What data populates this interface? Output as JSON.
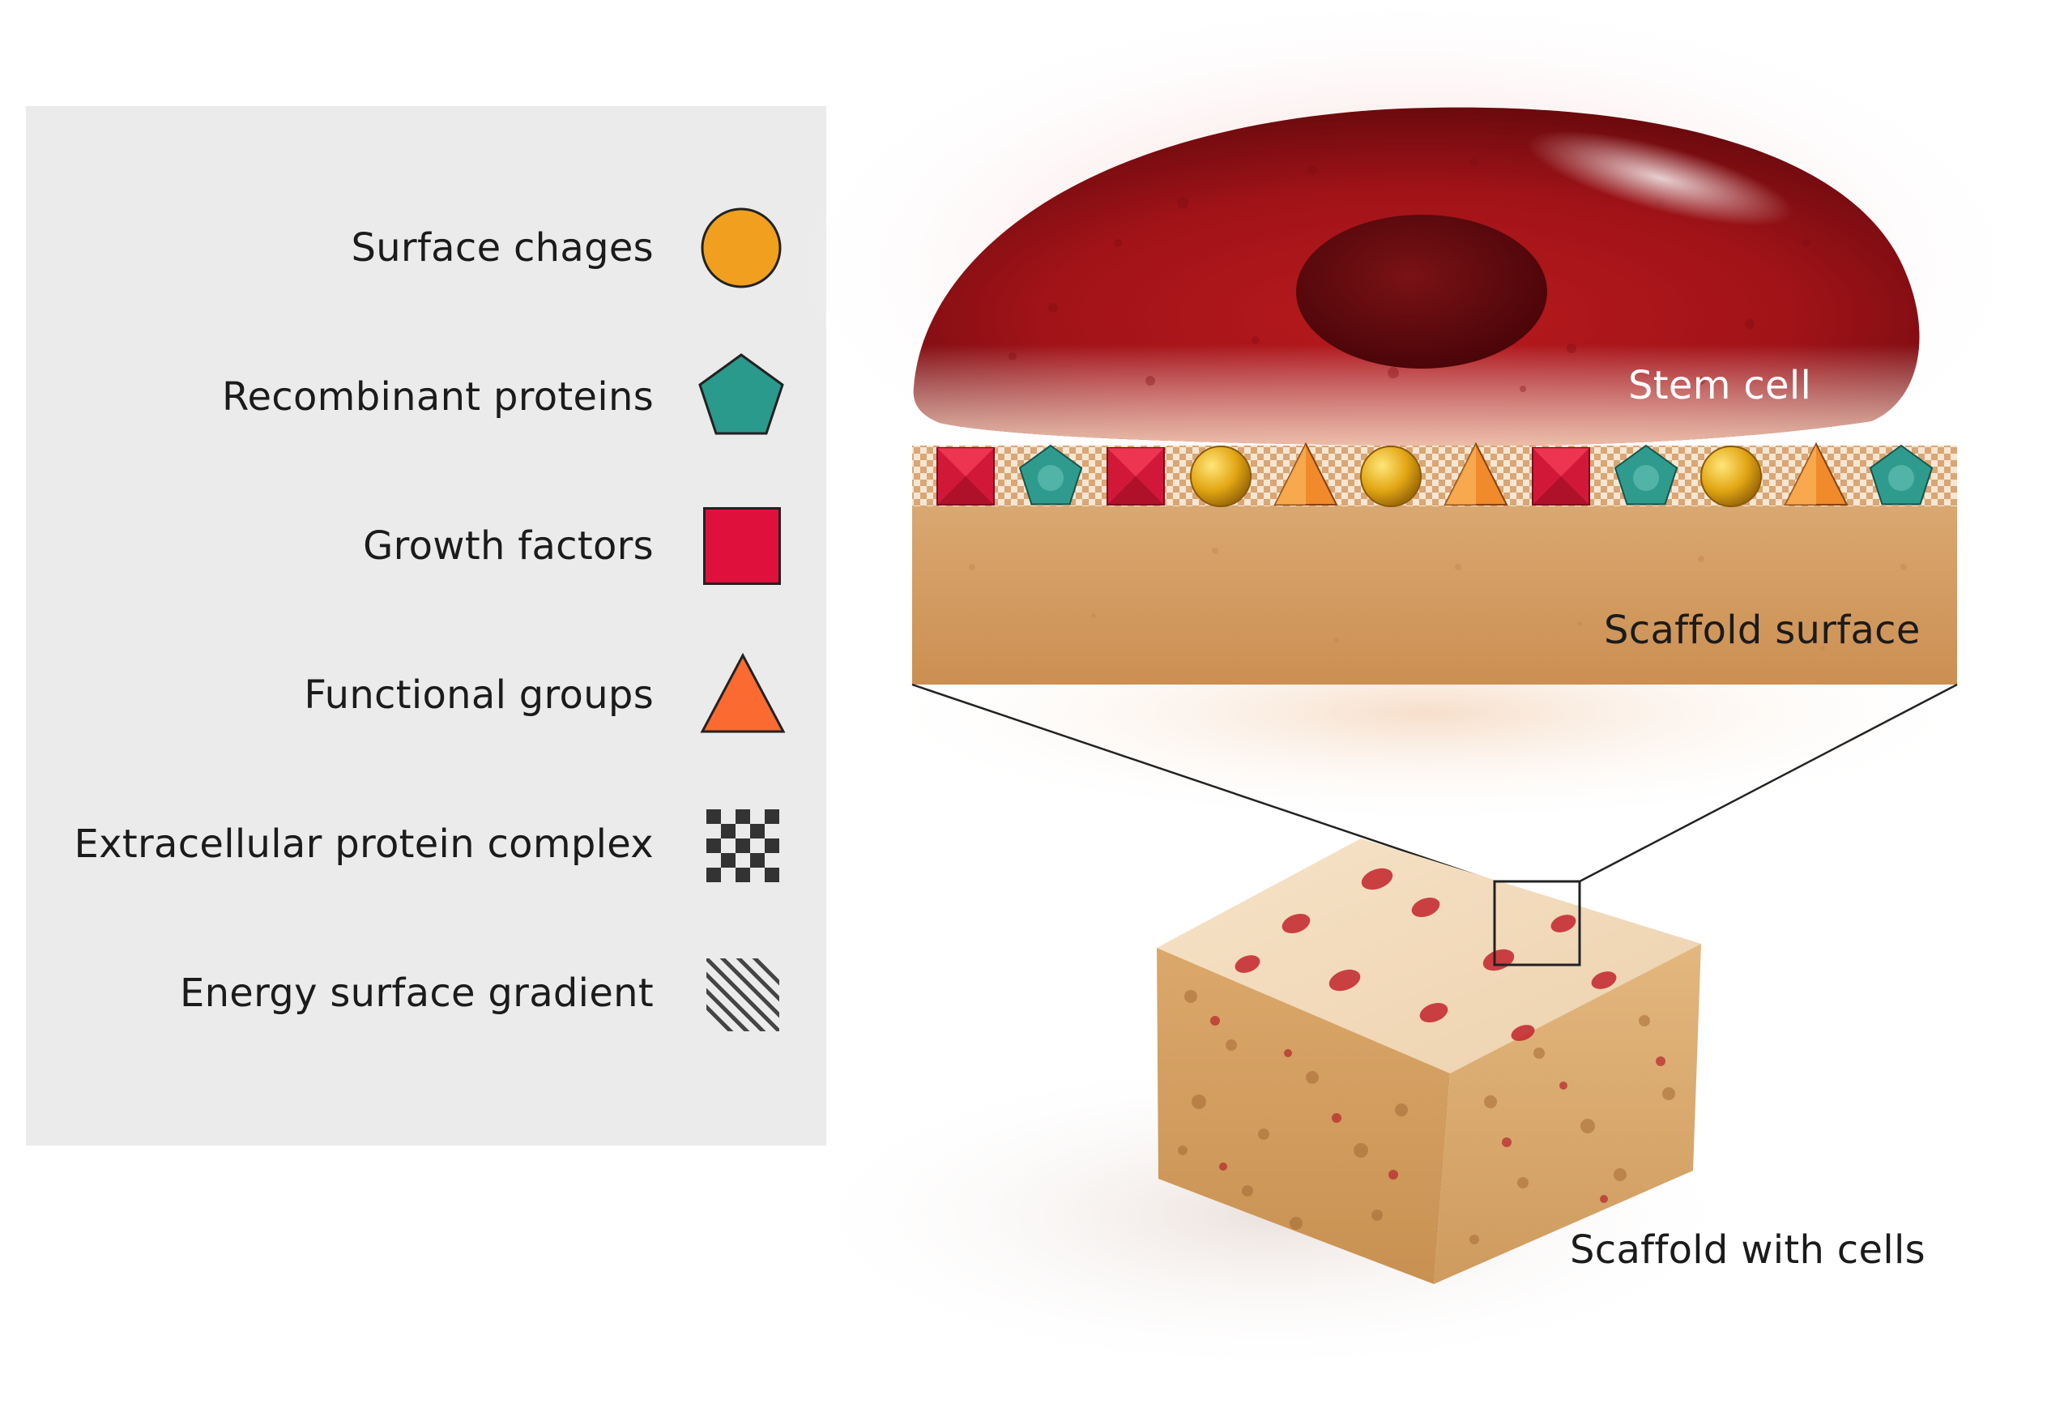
{
  "legend": {
    "items": [
      {
        "label": "Surface chages",
        "icon": "circle-icon",
        "color": "#f0a01e"
      },
      {
        "label": "Recombinant proteins",
        "icon": "pentagon-icon",
        "color": "#2a9a8c"
      },
      {
        "label": "Growth factors",
        "icon": "square-icon",
        "color": "#e0103c"
      },
      {
        "label": "Functional groups",
        "icon": "triangle-icon",
        "color": "#fb6a31"
      },
      {
        "label": "Extracellular protein complex",
        "icon": "checkerboard-icon",
        "color": "#333333"
      },
      {
        "label": "Energy surface gradient",
        "icon": "diagonal-stripes-icon",
        "color": "#444444"
      }
    ]
  },
  "figure": {
    "stem_cell_label": "Stem cell",
    "scaffold_surface_label": "Scaffold surface",
    "scaffold_cells_label": "Scaffold with cells",
    "surface_sequence": [
      "square",
      "pentagon",
      "square",
      "circle",
      "triangle",
      "circle",
      "triangle",
      "square",
      "pentagon",
      "circle",
      "triangle",
      "pentagon"
    ],
    "colors": {
      "cell_dark": "#6e0a10",
      "cell_mid": "#b3161b",
      "scaffold": "#d49a5c",
      "legend_panel": "#ebebeb"
    }
  }
}
